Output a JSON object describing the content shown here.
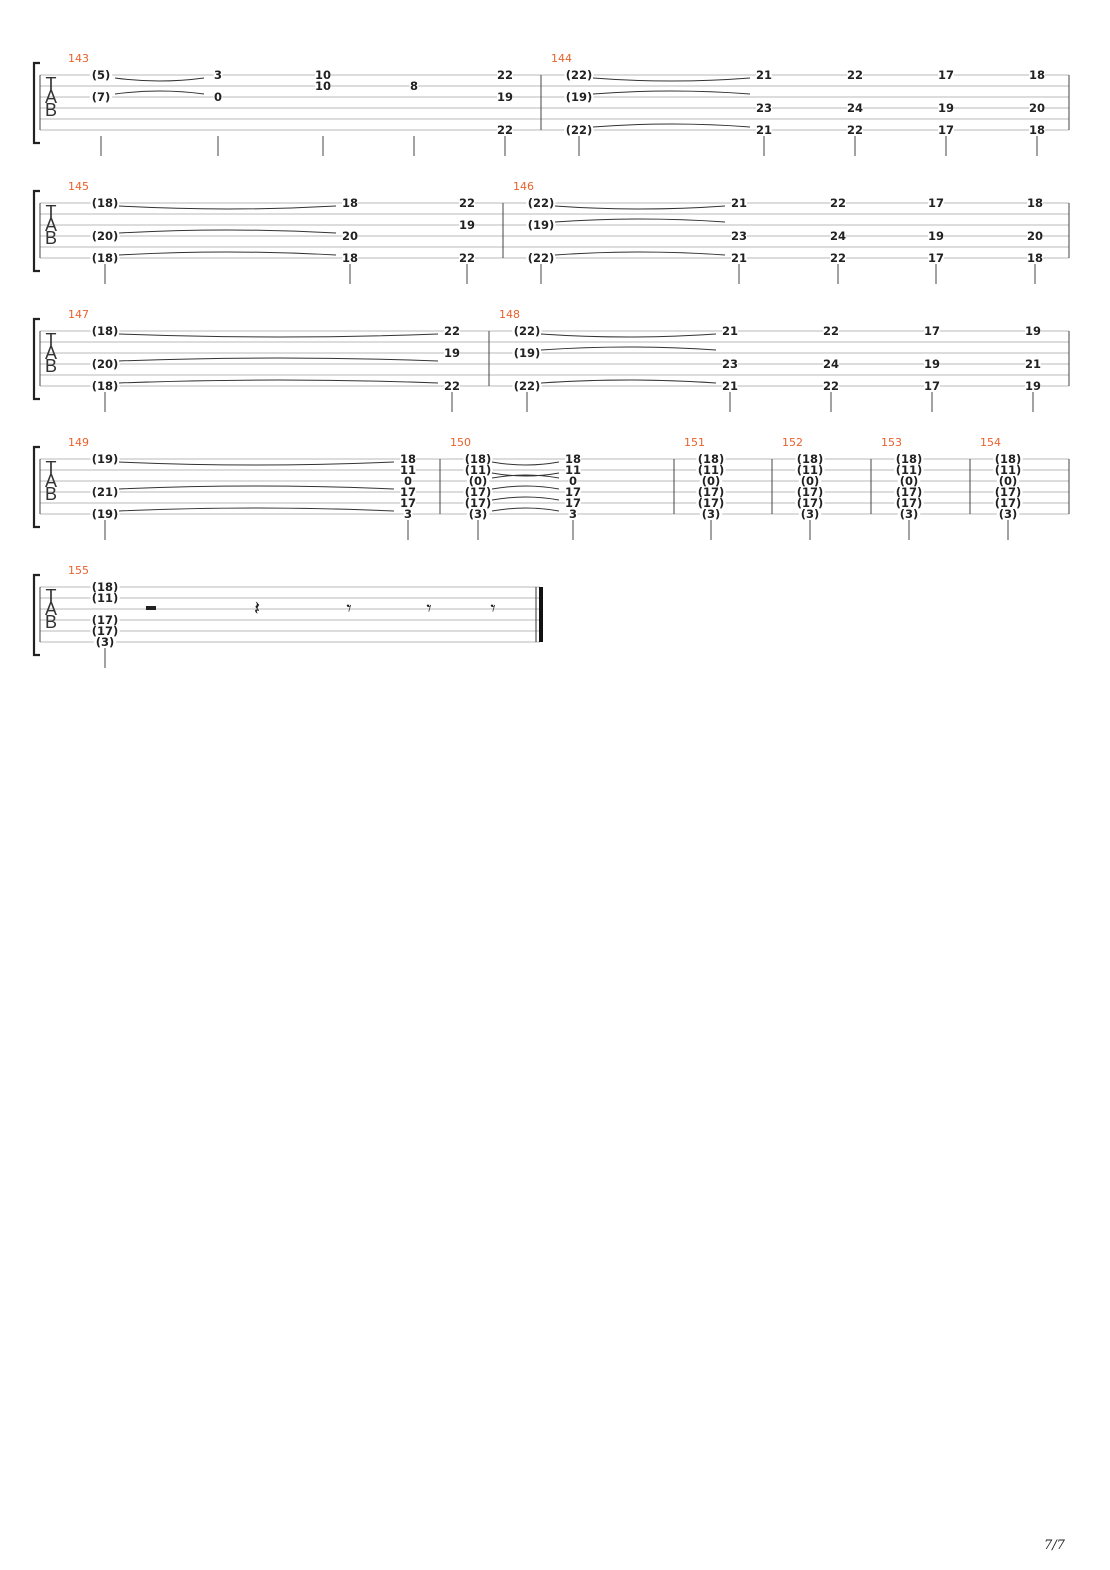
{
  "page": {
    "number": "7/7"
  },
  "tab_clef": [
    "T",
    "A",
    "B"
  ],
  "systems": [
    {
      "measures": [
        {
          "number": "143",
          "notes": [
            {
              "s": 0,
              "f": "(5)"
            },
            {
              "s": 2,
              "f": "(7)"
            },
            {
              "s": 0,
              "f": "3"
            },
            {
              "s": 2,
              "f": "0"
            },
            {
              "s": 0,
              "f": "10"
            },
            {
              "s": 1,
              "f": "10"
            },
            {
              "s": 1,
              "f": "8"
            },
            {
              "s": 0,
              "f": "22"
            },
            {
              "s": 2,
              "f": "19"
            },
            {
              "s": 5,
              "f": "22"
            }
          ]
        },
        {
          "number": "144",
          "notes": [
            {
              "s": 0,
              "f": "(22)"
            },
            {
              "s": 2,
              "f": "(19)"
            },
            {
              "s": 5,
              "f": "(22)"
            },
            {
              "s": 0,
              "f": "21"
            },
            {
              "s": 3,
              "f": "23"
            },
            {
              "s": 5,
              "f": "21"
            },
            {
              "s": 0,
              "f": "22"
            },
            {
              "s": 3,
              "f": "24"
            },
            {
              "s": 5,
              "f": "22"
            },
            {
              "s": 0,
              "f": "17"
            },
            {
              "s": 3,
              "f": "19"
            },
            {
              "s": 5,
              "f": "17"
            },
            {
              "s": 0,
              "f": "18"
            },
            {
              "s": 3,
              "f": "20"
            },
            {
              "s": 5,
              "f": "18"
            }
          ]
        }
      ]
    },
    {
      "measures": [
        {
          "number": "145",
          "notes": [
            {
              "s": 0,
              "f": "(18)"
            },
            {
              "s": 3,
              "f": "(20)"
            },
            {
              "s": 5,
              "f": "(18)"
            },
            {
              "s": 0,
              "f": "18"
            },
            {
              "s": 3,
              "f": "20"
            },
            {
              "s": 5,
              "f": "18"
            },
            {
              "s": 0,
              "f": "22"
            },
            {
              "s": 2,
              "f": "19"
            },
            {
              "s": 5,
              "f": "22"
            }
          ]
        },
        {
          "number": "146",
          "notes": [
            {
              "s": 0,
              "f": "(22)"
            },
            {
              "s": 2,
              "f": "(19)"
            },
            {
              "s": 5,
              "f": "(22)"
            },
            {
              "s": 0,
              "f": "21"
            },
            {
              "s": 3,
              "f": "23"
            },
            {
              "s": 5,
              "f": "21"
            },
            {
              "s": 0,
              "f": "22"
            },
            {
              "s": 3,
              "f": "24"
            },
            {
              "s": 5,
              "f": "22"
            },
            {
              "s": 0,
              "f": "17"
            },
            {
              "s": 3,
              "f": "19"
            },
            {
              "s": 5,
              "f": "17"
            },
            {
              "s": 0,
              "f": "18"
            },
            {
              "s": 3,
              "f": "20"
            },
            {
              "s": 5,
              "f": "18"
            }
          ]
        }
      ]
    },
    {
      "measures": [
        {
          "number": "147",
          "notes": [
            {
              "s": 0,
              "f": "(18)"
            },
            {
              "s": 3,
              "f": "(20)"
            },
            {
              "s": 5,
              "f": "(18)"
            },
            {
              "s": 0,
              "f": "22"
            },
            {
              "s": 2,
              "f": "19"
            },
            {
              "s": 5,
              "f": "22"
            }
          ]
        },
        {
          "number": "148",
          "notes": [
            {
              "s": 0,
              "f": "(22)"
            },
            {
              "s": 2,
              "f": "(19)"
            },
            {
              "s": 5,
              "f": "(22)"
            },
            {
              "s": 0,
              "f": "21"
            },
            {
              "s": 3,
              "f": "23"
            },
            {
              "s": 5,
              "f": "21"
            },
            {
              "s": 0,
              "f": "22"
            },
            {
              "s": 3,
              "f": "24"
            },
            {
              "s": 5,
              "f": "22"
            },
            {
              "s": 0,
              "f": "17"
            },
            {
              "s": 3,
              "f": "19"
            },
            {
              "s": 5,
              "f": "17"
            },
            {
              "s": 0,
              "f": "19"
            },
            {
              "s": 3,
              "f": "21"
            },
            {
              "s": 5,
              "f": "19"
            }
          ]
        }
      ]
    },
    {
      "measures": [
        {
          "number": "149",
          "notes": [
            {
              "s": 0,
              "f": "(19)"
            },
            {
              "s": 3,
              "f": "(21)"
            },
            {
              "s": 5,
              "f": "(19)"
            },
            {
              "s": 0,
              "f": "18"
            },
            {
              "s": 1,
              "f": "11"
            },
            {
              "s": 2,
              "f": "0"
            },
            {
              "s": 3,
              "f": "17"
            },
            {
              "s": 4,
              "f": "17"
            },
            {
              "s": 5,
              "f": "3"
            }
          ]
        },
        {
          "number": "150",
          "notes": [
            {
              "s": 0,
              "f": "(18)"
            },
            {
              "s": 1,
              "f": "(11)"
            },
            {
              "s": 2,
              "f": "(0)"
            },
            {
              "s": 3,
              "f": "(17)"
            },
            {
              "s": 4,
              "f": "(17)"
            },
            {
              "s": 5,
              "f": "(3)"
            },
            {
              "s": 0,
              "f": "18"
            },
            {
              "s": 1,
              "f": "11"
            },
            {
              "s": 2,
              "f": "0"
            },
            {
              "s": 3,
              "f": "17"
            },
            {
              "s": 4,
              "f": "17"
            },
            {
              "s": 5,
              "f": "3"
            }
          ]
        },
        {
          "number": "151",
          "notes": [
            {
              "s": 0,
              "f": "(18)"
            },
            {
              "s": 1,
              "f": "(11)"
            },
            {
              "s": 2,
              "f": "(0)"
            },
            {
              "s": 3,
              "f": "(17)"
            },
            {
              "s": 4,
              "f": "(17)"
            },
            {
              "s": 5,
              "f": "(3)"
            }
          ]
        },
        {
          "number": "152",
          "notes": [
            {
              "s": 0,
              "f": "(18)"
            },
            {
              "s": 1,
              "f": "(11)"
            },
            {
              "s": 2,
              "f": "(0)"
            },
            {
              "s": 3,
              "f": "(17)"
            },
            {
              "s": 4,
              "f": "(17)"
            },
            {
              "s": 5,
              "f": "(3)"
            }
          ]
        },
        {
          "number": "153",
          "notes": [
            {
              "s": 0,
              "f": "(18)"
            },
            {
              "s": 1,
              "f": "(11)"
            },
            {
              "s": 2,
              "f": "(0)"
            },
            {
              "s": 3,
              "f": "(17)"
            },
            {
              "s": 4,
              "f": "(17)"
            },
            {
              "s": 5,
              "f": "(3)"
            }
          ]
        },
        {
          "number": "154",
          "notes": [
            {
              "s": 0,
              "f": "(18)"
            },
            {
              "s": 1,
              "f": "(11)"
            },
            {
              "s": 2,
              "f": "(0)"
            },
            {
              "s": 3,
              "f": "(17)"
            },
            {
              "s": 4,
              "f": "(17)"
            },
            {
              "s": 5,
              "f": "(3)"
            }
          ]
        }
      ]
    },
    {
      "measures": [
        {
          "number": "155",
          "notes": [
            {
              "s": 0,
              "f": "(18)"
            },
            {
              "s": 1,
              "f": "(11)"
            },
            {
              "s": 3,
              "f": "(17)"
            },
            {
              "s": 4,
              "f": "(17)"
            },
            {
              "s": 5,
              "f": "(3)"
            }
          ],
          "rests": [
            "half",
            "quarter",
            "eighth",
            "sixteenth",
            "thirty-second"
          ]
        }
      ]
    }
  ]
}
